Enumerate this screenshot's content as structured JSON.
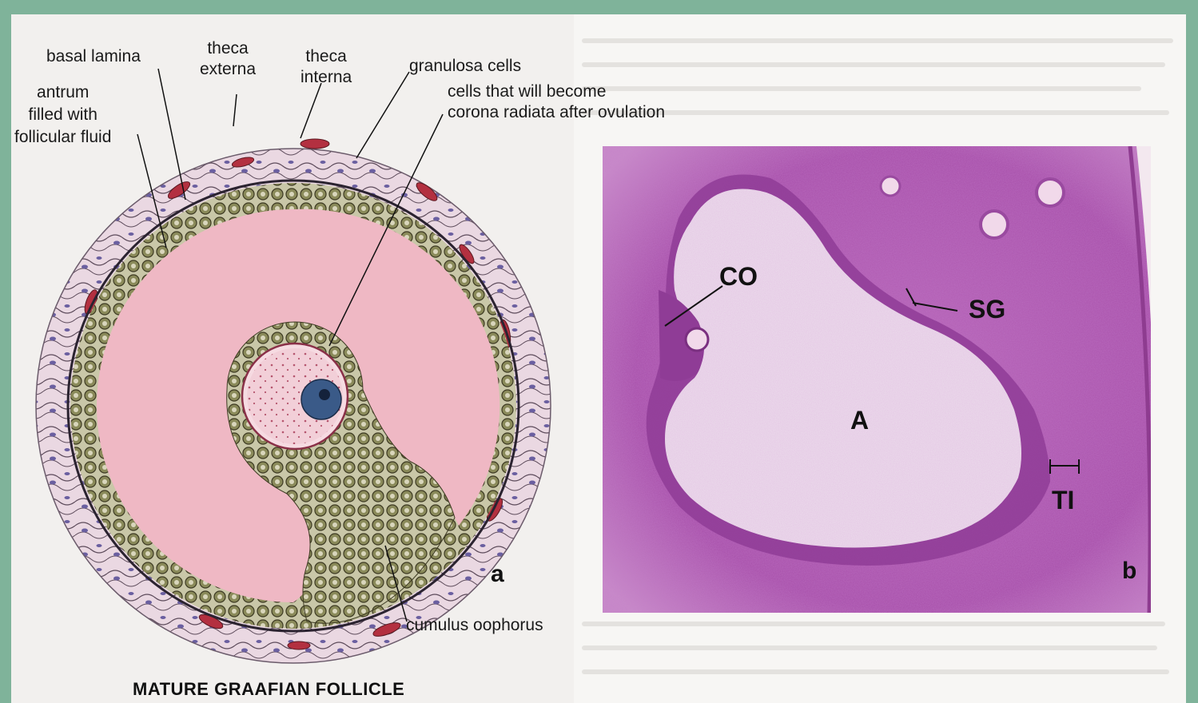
{
  "diagram": {
    "labels": {
      "basal_lamina": "basal lamina",
      "theca_externa": "theca\nexterna",
      "theca_interna": "theca\ninterna",
      "granulosa_cells": "granulosa cells",
      "corona_radiata": "cells that will become\ncorona radiata after ovulation",
      "antrum": "antrum\nfilled with\nfollicular fluid",
      "cumulus_oophorus": "cumulus oophorus"
    },
    "panel_a_letter": "a",
    "caption": "MATURE GRAAFIAN FOLLICLE"
  },
  "micrograph": {
    "labels": {
      "co": "CO",
      "sg": "SG",
      "a": "A",
      "ti": "TI"
    },
    "panel_b_letter": "b"
  },
  "colors": {
    "border": "#7fb39a",
    "antrum_fill": "#efb8c4",
    "granulosa_cell": "#8a8a5a",
    "theca_vessel": "#b33040",
    "stain_dark": "#a04aa8",
    "stain_light": "#e9d4ec"
  }
}
